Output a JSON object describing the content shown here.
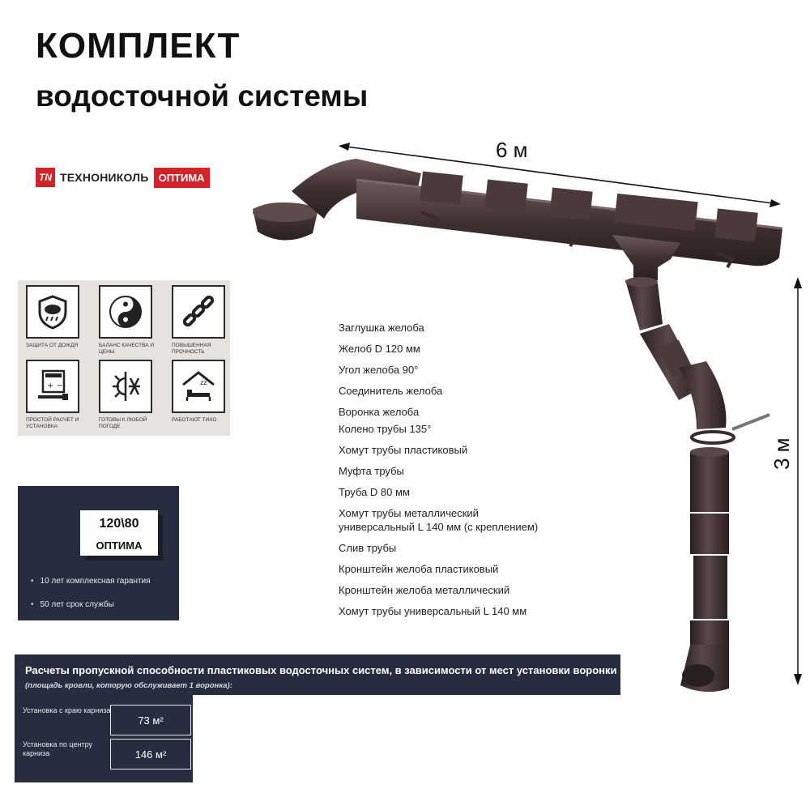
{
  "title": {
    "line1": "КОМПЛЕКТ",
    "line2": "водосточной системы"
  },
  "brand": {
    "logo": "TN",
    "name": "ТЕХНОНИКОЛЬ",
    "badge": "ОПТИМА",
    "color": "#d3232a"
  },
  "features": [
    {
      "icon": "rain-shield-icon",
      "text": "защита от дождя"
    },
    {
      "icon": "yin-yang-icon",
      "text": "баланс качества и цены"
    },
    {
      "icon": "chain-icon",
      "text": "повышенная прочность"
    },
    {
      "icon": "calculator-icon",
      "text": "простой расчет и установка"
    },
    {
      "icon": "sun-snow-icon",
      "text": "готовы к любой погоде"
    },
    {
      "icon": "house-sleep-icon",
      "text": "работают тихо"
    }
  ],
  "card": {
    "size": "120\\80",
    "name": "ОПТИМА",
    "bullets": [
      "10 лет  комплексная гарантия",
      "50 лет срок службы"
    ]
  },
  "components": [
    "Заглушка желоба",
    "Желоб D 120 мм",
    "Угол желоба 90°",
    "Соединитель желоба",
    "Воронка желоба",
    "Колено трубы 135°",
    "Хомут трубы пластиковый",
    "Муфта трубы",
    "Труба D 80 мм",
    "Хомут трубы металлический\nуниверсальный L 140 мм (с креплением)",
    "Слив трубы",
    "Кронштейн желоба пластиковый",
    "Кронштейн желоба металлический",
    "Хомут трубы универсальный L 140 мм"
  ],
  "dimensions": {
    "horizontal": "6 м",
    "vertical": "3 м"
  },
  "calc": {
    "title": "Расчеты пропускной способности пластиковых водосточных систем, в зависимости от мест установки воронки",
    "subtitle": "(площадь кровли, которую обслуживает 1 воронка):",
    "rows": [
      {
        "label": "Установка с краю карниза",
        "value": "73 м²"
      },
      {
        "label": "Установка по центру карниза",
        "value": "146 м²"
      }
    ]
  },
  "colors": {
    "gutter": "#4a3a3a",
    "dark_panel": "#252d3e"
  }
}
